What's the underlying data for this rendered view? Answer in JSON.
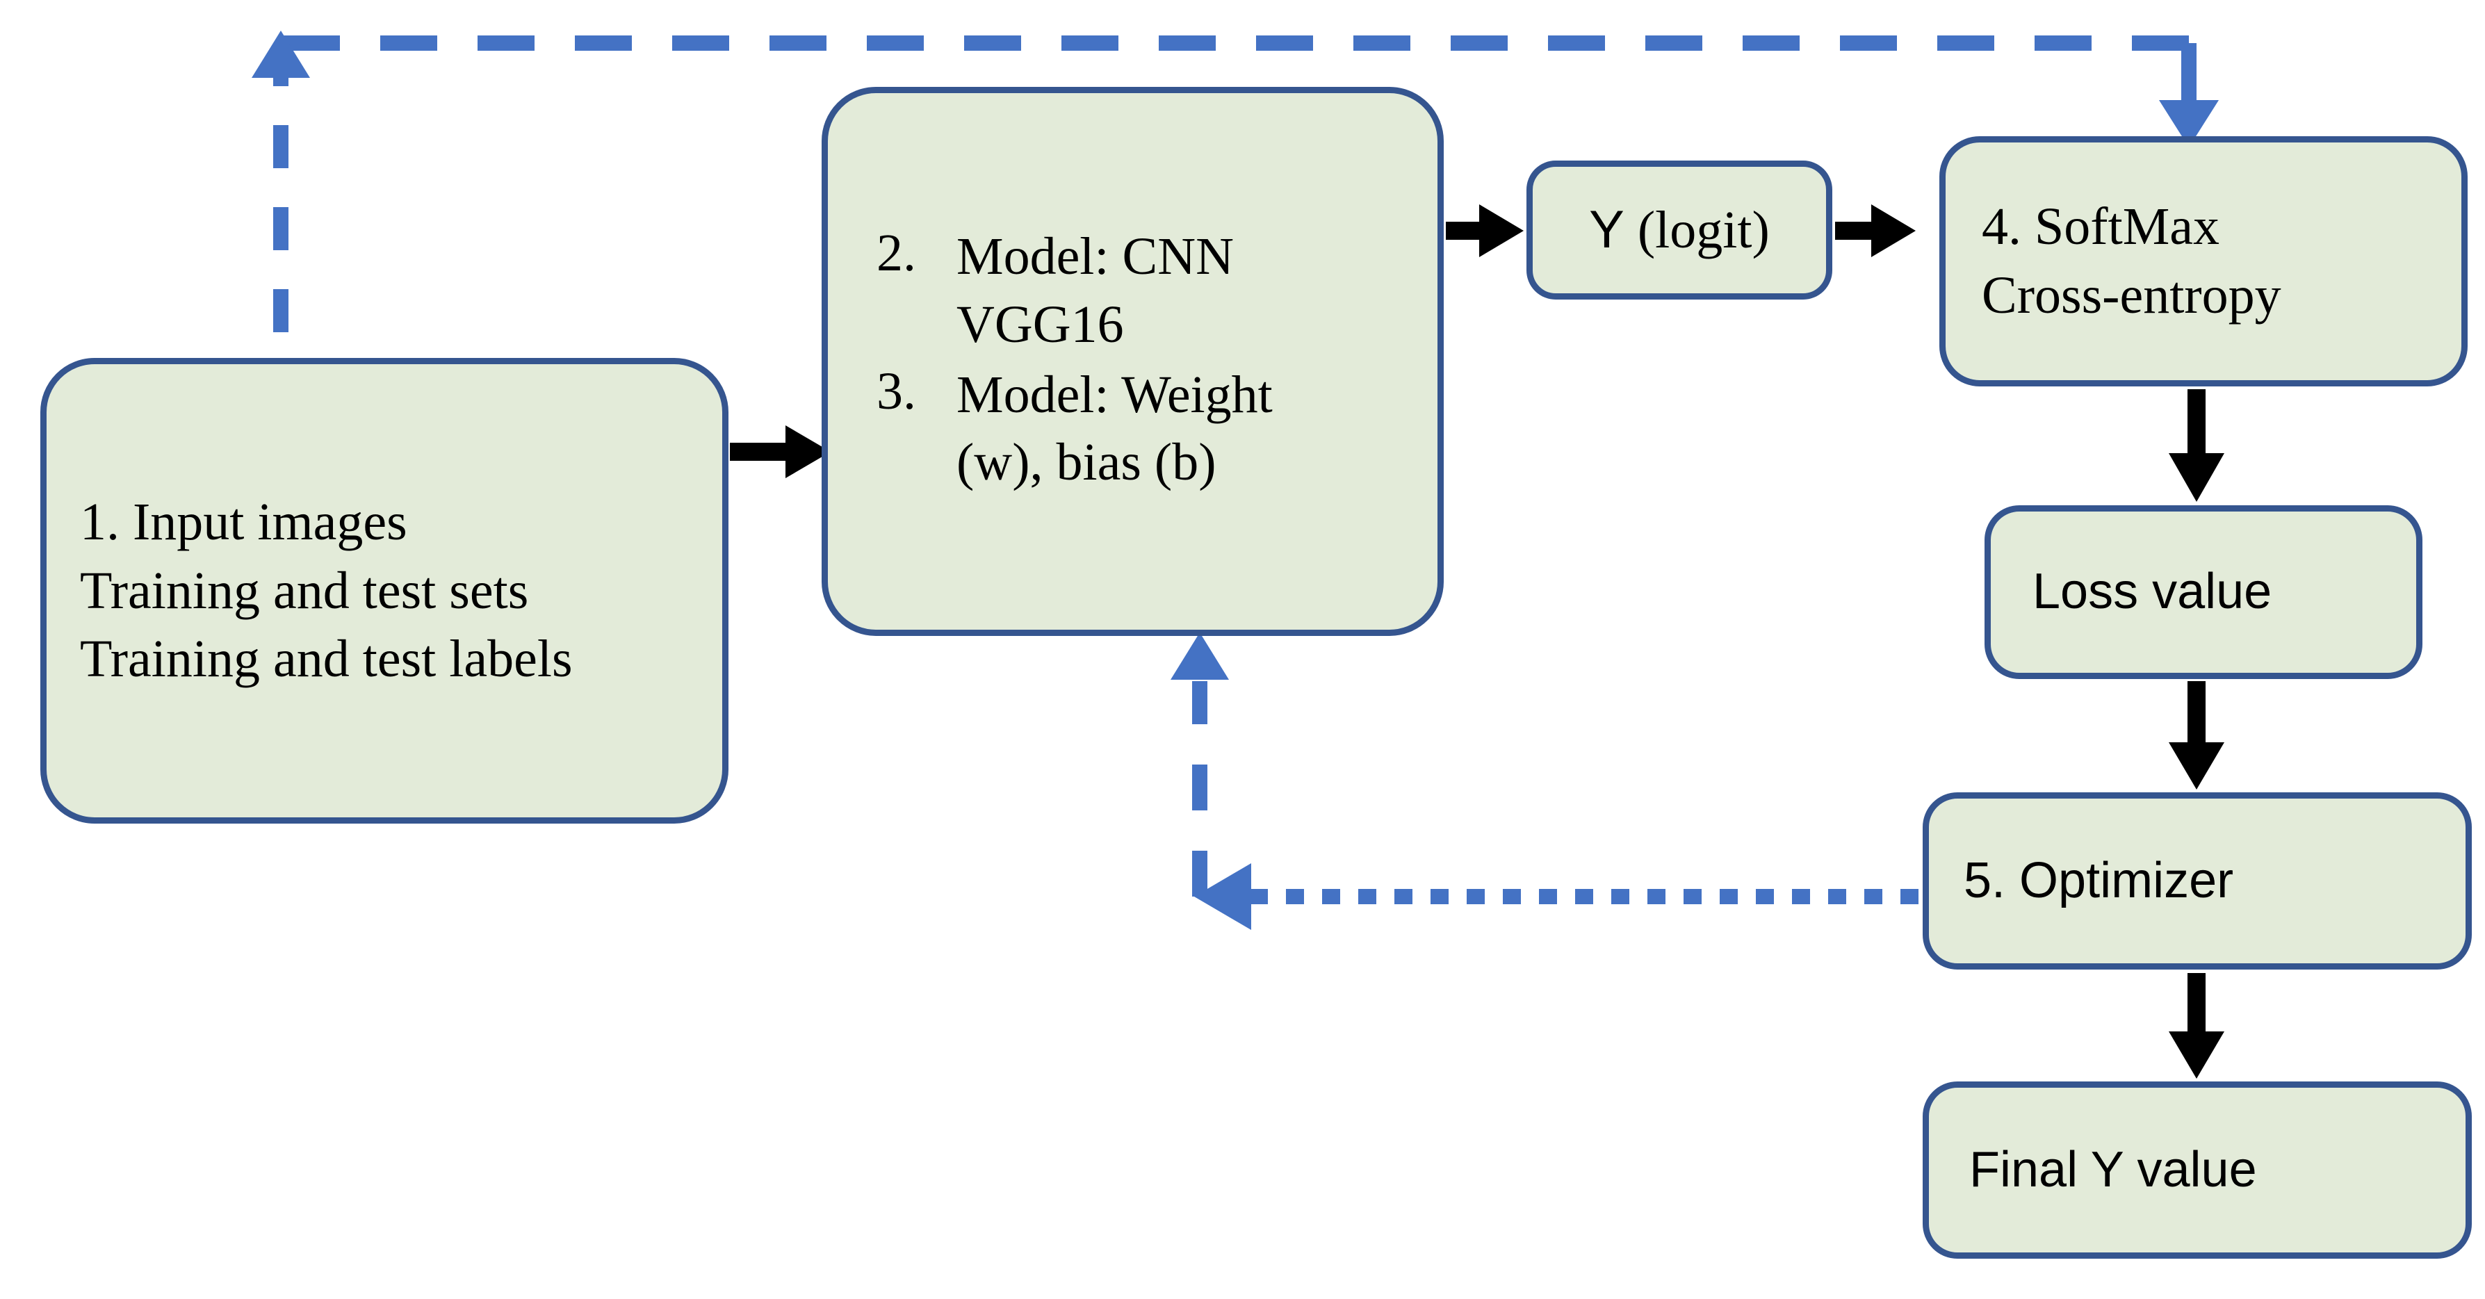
{
  "diagram": {
    "title_visible": false,
    "colors": {
      "node_fill": "#e3ebd9",
      "node_border": "#35558f",
      "solid_arrow": "#000000",
      "dashed_arrow": "#4472c4",
      "background": "#ffffff"
    },
    "nodes": {
      "input": {
        "label": "1. Input images\nTraining and test sets\nTraining and test labels"
      },
      "model": {
        "items": [
          {
            "marker": "2.",
            "body": "Model: CNN\nVGG16"
          },
          {
            "marker": "3.",
            "body": "Model: Weight\n(w), bias (b)"
          }
        ]
      },
      "logit": {
        "prefix": "Y",
        "suffix": " (logit)"
      },
      "softmax": {
        "label": "4. SoftMax\nCross-entropy"
      },
      "loss": {
        "label": "Loss value"
      },
      "optimizer": {
        "label": "5. Optimizer"
      },
      "final_y": {
        "label": "Final Y value"
      }
    },
    "edges": [
      {
        "name": "input-to-model",
        "style": "solid",
        "color": "#000000",
        "label": ""
      },
      {
        "name": "model-to-logit",
        "style": "solid",
        "color": "#000000",
        "label": ""
      },
      {
        "name": "logit-to-softmax",
        "style": "solid",
        "color": "#000000",
        "label": ""
      },
      {
        "name": "softmax-to-loss",
        "style": "solid",
        "color": "#000000",
        "label": ""
      },
      {
        "name": "loss-to-optimizer",
        "style": "solid",
        "color": "#000000",
        "label": ""
      },
      {
        "name": "optimizer-to-final-y",
        "style": "solid",
        "color": "#000000",
        "label": ""
      },
      {
        "name": "softmax-to-input-feedback",
        "style": "dashed",
        "color": "#4472c4",
        "label": ""
      },
      {
        "name": "optimizer-to-model-feedback",
        "style": "dashed",
        "color": "#4472c4",
        "label": ""
      }
    ]
  }
}
